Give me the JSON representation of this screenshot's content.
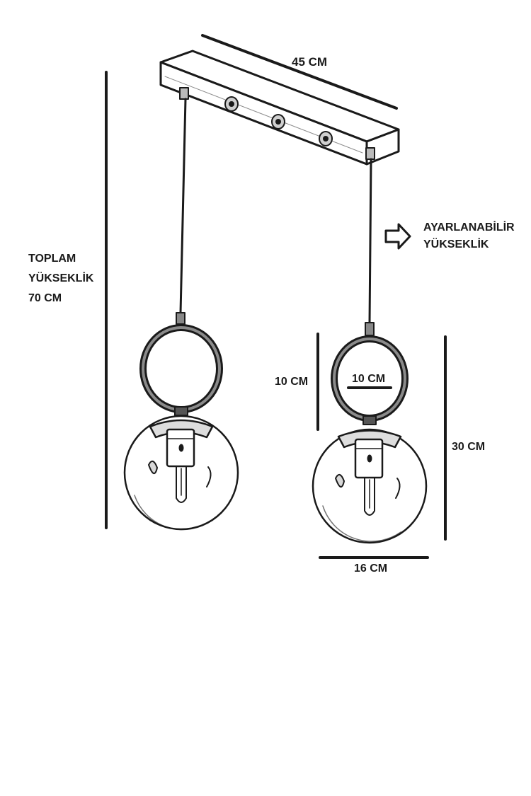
{
  "dimensions": {
    "canopy_width": "45 CM",
    "total_height": [
      "TOPLAM",
      "YÜKSEKLİK",
      "70 CM"
    ],
    "adjustable": [
      "AYARLANABİLİR",
      "YÜKSEKLİK"
    ],
    "ring_height": "10 CM",
    "ring_width": "10 CM",
    "pendant_height": "30 CM",
    "globe_width": "16 CM"
  },
  "colors": {
    "line": "#1a1a1a",
    "metal": "#555555",
    "background": "#ffffff"
  },
  "icons": {
    "adjust": "arrow-right-outline-icon"
  }
}
